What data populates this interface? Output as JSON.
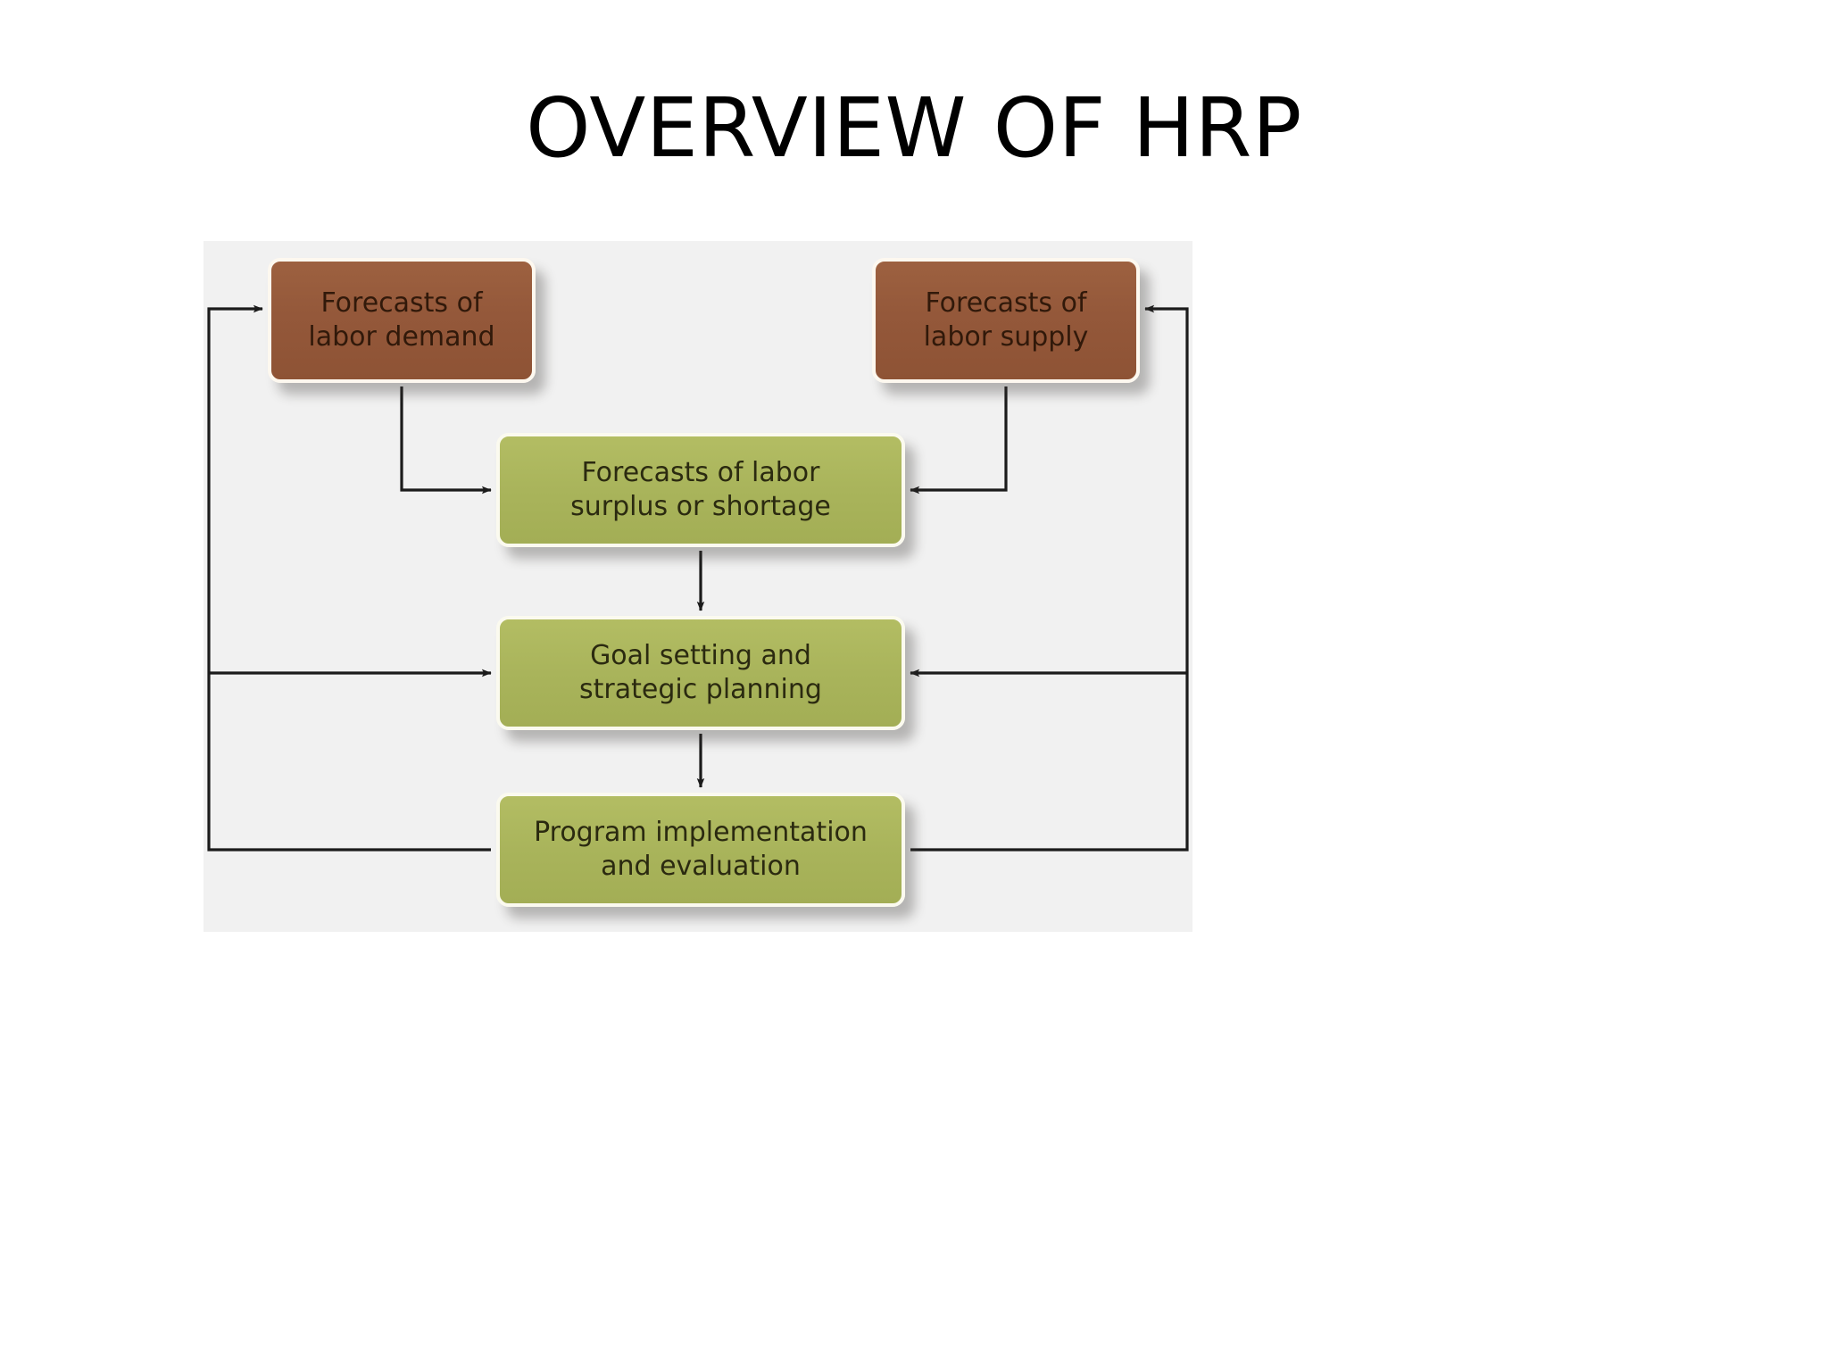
{
  "slide": {
    "title": "OVERVIEW OF HRP",
    "background_color": "#ffffff",
    "panel_color": "#f1f1f1"
  },
  "diagram": {
    "type": "flowchart",
    "name": "human-resource-planning-overview",
    "colors": {
      "demand_supply_box": "#94583a",
      "process_box": "#a9b45b",
      "box_border": "#fbf8ef",
      "connector": "#1b1b1b",
      "text": "#2a1c08"
    },
    "nodes": [
      {
        "id": "demand",
        "label": "Forecasts of\nlabor demand",
        "style": "brown"
      },
      {
        "id": "supply",
        "label": "Forecasts of\nlabor supply",
        "style": "brown"
      },
      {
        "id": "surplus",
        "label": "Forecasts of labor\nsurplus or shortage",
        "style": "green"
      },
      {
        "id": "goal",
        "label": "Goal setting and\nstrategic planning",
        "style": "green"
      },
      {
        "id": "program",
        "label": "Program implementation\nand evaluation",
        "style": "green"
      }
    ],
    "edges": [
      {
        "from": "demand",
        "to": "surplus",
        "kind": "elbow-down-right"
      },
      {
        "from": "supply",
        "to": "surplus",
        "kind": "elbow-down-left"
      },
      {
        "from": "surplus",
        "to": "goal",
        "kind": "straight-down"
      },
      {
        "from": "goal",
        "to": "program",
        "kind": "straight-down"
      },
      {
        "from": "program",
        "to": "goal",
        "kind": "feedback-left"
      },
      {
        "from": "program",
        "to": "goal",
        "kind": "feedback-right"
      },
      {
        "from": "program",
        "to": "demand",
        "kind": "feedback-left-outer"
      },
      {
        "from": "program",
        "to": "supply",
        "kind": "feedback-right-outer"
      }
    ]
  }
}
